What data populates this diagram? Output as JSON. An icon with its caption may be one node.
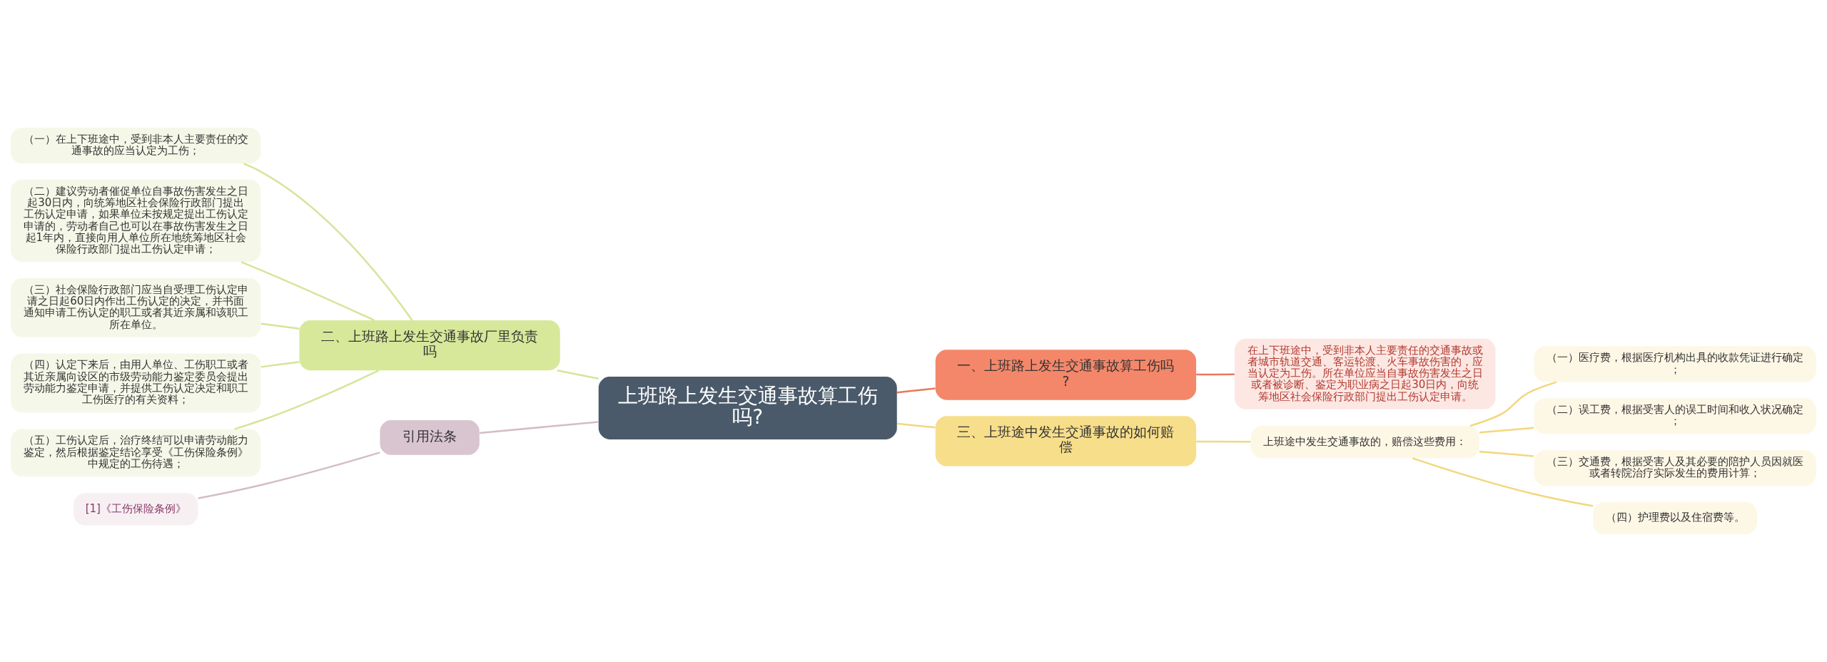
{
  "diagram": {
    "nodes": [
      {
        "text": [
          "上班路上发生交通事故算工伤吗?"
        ]
      },
      {
        "text": [
          "一、上班路上发生交通事故算工伤吗?"
        ]
      },
      {
        "text": [
          "在上下班途中，受到非本人主要责任的交通事故或者城市轨道交通、客运轮渡、火车事故伤害的，应当认定为工伤。所在单位应当自事故伤害发生之日或者被诊断、鉴定为职业病之日起30日内，向统筹地区社会保险行政部门提出工伤认定申请。"
        ]
      },
      {
        "text": [
          "二、上班路上发生交通事故厂里负责吗"
        ]
      },
      {
        "text": [
          "（一）在上下班途中，受到非本人主要责任的交通事故的应当认定为工伤；"
        ]
      },
      {
        "text": [
          "（二）建议劳动者催促单位自事故伤害发生之日起30日内，向统筹地区社会保险行政部门提出工伤认定申请，如果单位未按规定提出工伤认定申请的，劳动者自己也可以在事故伤害发生之日起1年内，直接向用人单位所在地统筹地区社会保险行政部门提出工伤认定申请；"
        ]
      },
      {
        "text": [
          "（三）社会保险行政部门应当自受理工伤认定申请之日起60日内作出工伤认定的决定，并书面通知申请工伤认定的职工或者其近亲属和该职工所在单位。"
        ]
      },
      {
        "text": [
          "（四）认定下来后，由用人单位、工伤职工或者其近亲属向设区的市级劳动能力鉴定委员会提出劳动能力鉴定申请，并提供工伤认定决定和职工工伤医疗的有关资料；"
        ]
      },
      {
        "text": [
          "（五）工伤认定后，治疗终结可以申请劳动能力鉴定，然后根据鉴定结论享受《工伤保险条例》中规定的工伤待遇；"
        ]
      },
      {
        "text": [
          "三、上班途中发生交通事故的如何赔偿"
        ]
      },
      {
        "text": [
          "上班途中发生交通事故的，赔偿这些费用："
        ]
      },
      {
        "text": [
          "（一）医疗费，根据医疗机构出具的收款凭证进行确定；"
        ]
      },
      {
        "text": [
          "（二）误工费，根据受害人的误工时间和收入状况确定；"
        ]
      },
      {
        "text": [
          "（三）交通费，根据受害人及其必要的陪护人员因就医或者转院治疗实际发生的费用计算；"
        ]
      },
      {
        "text": [
          "（四）护理费以及住宿费等。"
        ]
      },
      {
        "text": [
          "引用法条"
        ]
      },
      {
        "text": [
          "[1]《工伤保险条例》"
        ]
      }
    ],
    "edges": [
      {
        "from": 0,
        "to": 1,
        "arrow": "none",
        "color": "#e8795a"
      },
      {
        "from": 1,
        "to": 2,
        "arrow": "none",
        "color": "#e8795a"
      },
      {
        "from": 0,
        "to": 3,
        "arrow": "none",
        "color": "#d5e59a"
      },
      {
        "from": 3,
        "to": 4,
        "arrow": "none",
        "color": "#d5e59a"
      },
      {
        "from": 3,
        "to": 5,
        "arrow": "none",
        "color": "#d5e59a"
      },
      {
        "from": 3,
        "to": 6,
        "arrow": "none",
        "color": "#d5e59a"
      },
      {
        "from": 3,
        "to": 7,
        "arrow": "none",
        "color": "#d5e59a"
      },
      {
        "from": 3,
        "to": 8,
        "arrow": "none",
        "color": "#d5e59a"
      },
      {
        "from": 0,
        "to": 9,
        "arrow": "none",
        "color": "#f2d77e"
      },
      {
        "from": 9,
        "to": 10,
        "arrow": "none",
        "color": "#f2d77e"
      },
      {
        "from": 10,
        "to": 11,
        "arrow": "none",
        "color": "#f2d77e"
      },
      {
        "from": 10,
        "to": 12,
        "arrow": "none",
        "color": "#f2d77e"
      },
      {
        "from": 10,
        "to": 13,
        "arrow": "none",
        "color": "#f2d77e"
      },
      {
        "from": 10,
        "to": 14,
        "arrow": "none",
        "color": "#f2d77e"
      },
      {
        "from": 0,
        "to": 15,
        "arrow": "none",
        "color": "#d4bcc6"
      },
      {
        "from": 15,
        "to": 16,
        "arrow": "none",
        "color": "#d4bcc6"
      }
    ]
  }
}
